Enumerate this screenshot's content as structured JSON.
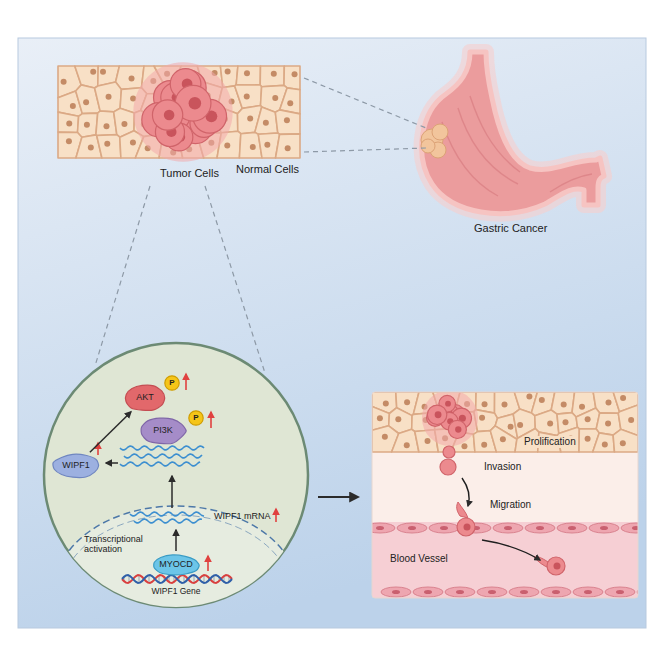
{
  "diagram": {
    "nodes": [
      {
        "text": [
          "AKT"
        ]
      },
      {
        "text": [
          "P"
        ]
      },
      {
        "text": [
          "PI3K"
        ]
      },
      {
        "text": [
          "P"
        ]
      },
      {
        "text": [
          "WIPF1"
        ]
      },
      {
        "text": [
          "MYOCD"
        ]
      }
    ],
    "edges": [
      {
        "from": 4,
        "to": 0,
        "arrow": "to"
      }
    ],
    "labels": [
      "Tumor Cells",
      "Normal Cells",
      "Gastric Cancer",
      "WIPF1 mRNA",
      "Transcriptional activation",
      "WIPF1 Gene",
      "Prolification",
      "Invasion",
      "Migration",
      "Blood Vessel"
    ]
  }
}
